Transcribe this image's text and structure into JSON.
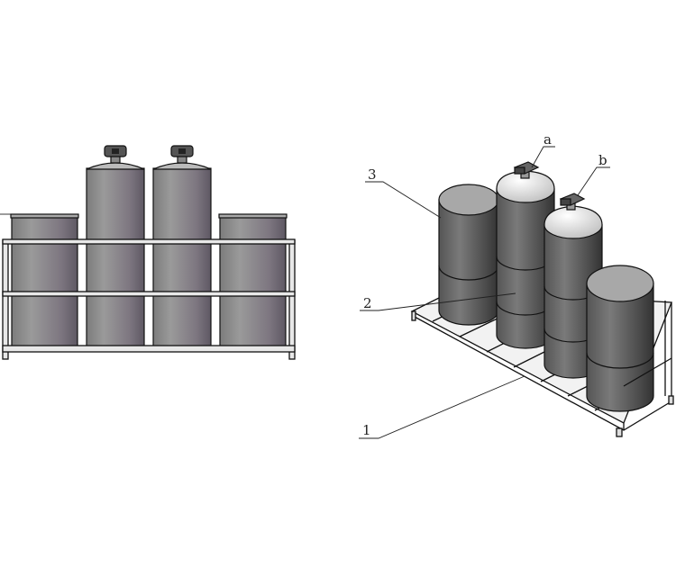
{
  "figure": {
    "labels": {
      "valve_a": "a",
      "valve_b": "b",
      "part_1": "1",
      "part_2": "2",
      "part_3": "3"
    },
    "colors": {
      "tank_body": "#8a8590",
      "tank_top": "#a8a8a8",
      "frame": "#e0e0e0",
      "outline": "#111111"
    }
  }
}
